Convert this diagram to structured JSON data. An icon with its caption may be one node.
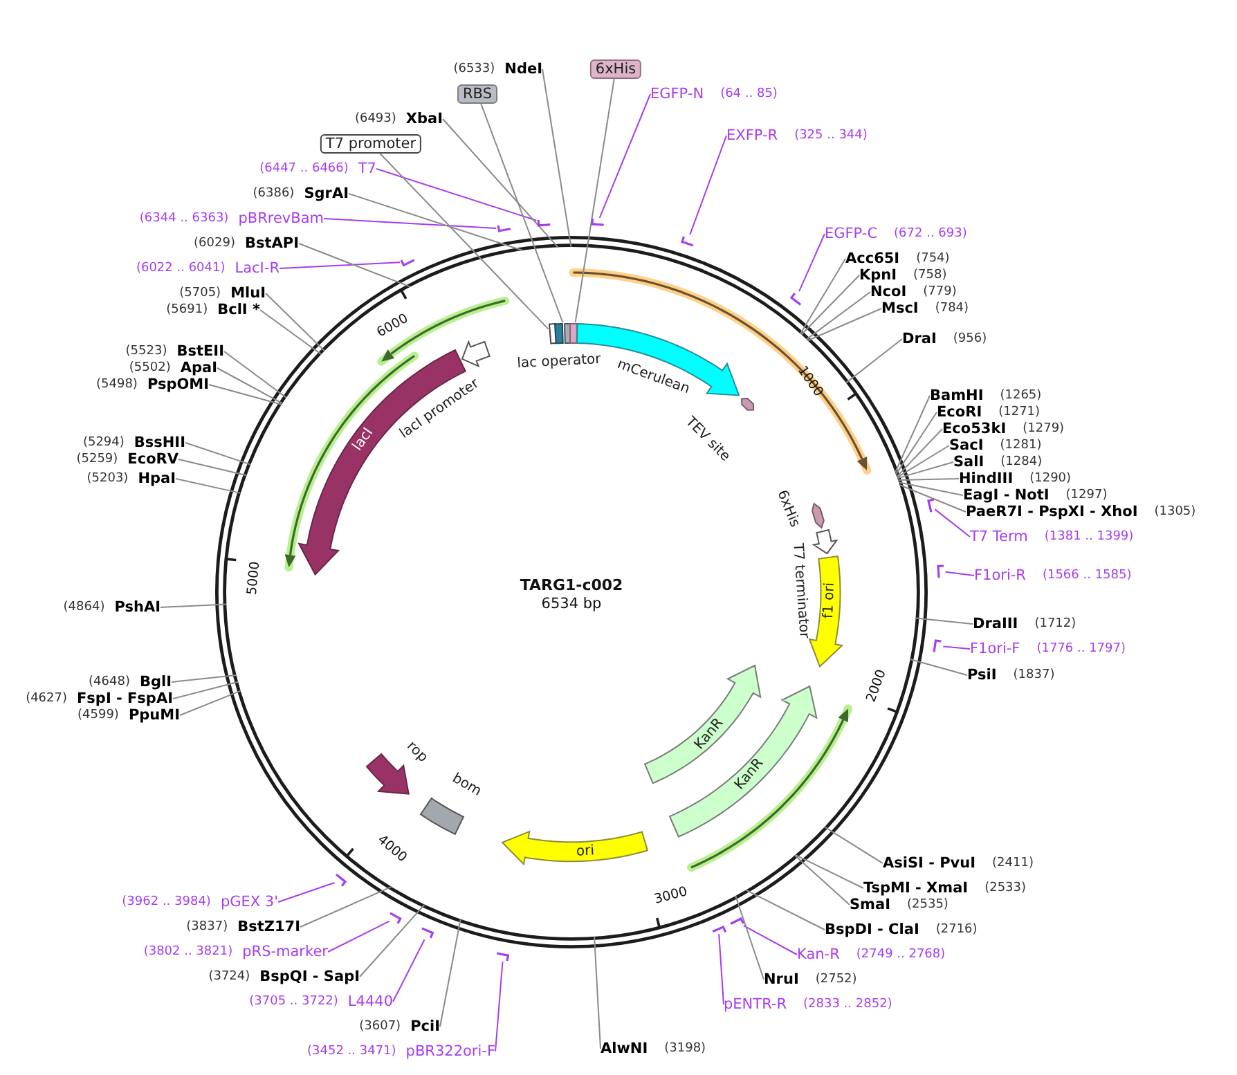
{
  "diagram": {
    "title": "TARG1-c002",
    "nodes": [
      {
        "text": [
          "(6533)",
          "NdeI"
        ]
      },
      {
        "text": [
          "6xHis"
        ]
      },
      {
        "text": [
          "EGFP-N",
          "(64 .. 85)"
        ]
      },
      {
        "text": [
          "EXFP-R",
          "(325 .. 344)"
        ]
      },
      {
        "text": [
          "EGFP-C",
          "(672 .. 693)"
        ]
      },
      {
        "text": [
          "Acc65I",
          "(754)"
        ]
      },
      {
        "text": [
          "KpnI",
          "(758)"
        ]
      },
      {
        "text": [
          "NcoI",
          "(779)"
        ]
      },
      {
        "text": [
          "MscI",
          "(784)"
        ]
      },
      {
        "text": [
          "DraI",
          "(956)"
        ]
      },
      {
        "text": [
          "BamHI",
          "(1265)"
        ]
      },
      {
        "text": [
          "EcoRI",
          "(1271)"
        ]
      },
      {
        "text": [
          "Eco53kI",
          "(1279)"
        ]
      },
      {
        "text": [
          "SacI",
          "(1281)"
        ]
      },
      {
        "text": [
          "SalI",
          "(1284)"
        ]
      },
      {
        "text": [
          "HindIII",
          "(1290)"
        ]
      },
      {
        "text": [
          "EagI - NotI",
          "(1297)"
        ]
      },
      {
        "text": [
          "PaeR7I - PspXI - XhoI",
          "(1305)"
        ]
      },
      {
        "text": [
          "T7 Term",
          "(1381 .. 1399)"
        ]
      },
      {
        "text": [
          "F1ori-R",
          "(1566 .. 1585)"
        ]
      },
      {
        "text": [
          "DraIII",
          "(1712)"
        ]
      },
      {
        "text": [
          "F1ori-F",
          "(1776 .. 1797)"
        ]
      },
      {
        "text": [
          "PsiI",
          "(1837)"
        ]
      },
      {
        "text": [
          "AsiSI - PvuI",
          "(2411)"
        ]
      },
      {
        "text": [
          "TspMI - XmaI",
          "(2533)"
        ]
      },
      {
        "text": [
          "SmaI",
          "(2535)"
        ]
      },
      {
        "text": [
          "BspDI - ClaI",
          "(2716)"
        ]
      },
      {
        "text": [
          "Kan-R",
          "(2749 .. 2768)"
        ]
      },
      {
        "text": [
          "NruI",
          "(2752)"
        ]
      },
      {
        "text": [
          "pENTR-R",
          "(2833 .. 2852)"
        ]
      },
      {
        "text": [
          "AlwNI",
          "(3198)"
        ]
      },
      {
        "text": [
          "(3452 .. 3471)",
          "pBR322ori-F"
        ]
      },
      {
        "text": [
          "(3607)",
          "PciI"
        ]
      },
      {
        "text": [
          "(3705 .. 3722)",
          "L4440"
        ]
      },
      {
        "text": [
          "(3724)",
          "BspQI - SapI"
        ]
      },
      {
        "text": [
          "(3802 .. 3821)",
          "pRS-marker"
        ]
      },
      {
        "text": [
          "(3837)",
          "BstZ17I"
        ]
      },
      {
        "text": [
          "(3962 .. 3984)",
          "pGEX 3'"
        ]
      },
      {
        "text": [
          "(4599)",
          "PpuMI"
        ]
      },
      {
        "text": [
          "(4627)",
          "FspI - FspAI"
        ]
      },
      {
        "text": [
          "(4648)",
          "BglI"
        ]
      },
      {
        "text": [
          "(4864)",
          "PshAI"
        ]
      },
      {
        "text": [
          "(5203)",
          "HpaI"
        ]
      },
      {
        "text": [
          "(5259)",
          "EcoRV"
        ]
      },
      {
        "text": [
          "(5294)",
          "BssHII"
        ]
      },
      {
        "text": [
          "(5498)",
          "PspOMI"
        ]
      },
      {
        "text": [
          "(5502)",
          "ApaI"
        ]
      },
      {
        "text": [
          "(5523)",
          "BstEII"
        ]
      },
      {
        "text": [
          "(5691)",
          "BclI *"
        ]
      },
      {
        "text": [
          "(5705)",
          "MluI"
        ]
      },
      {
        "text": [
          "(6022 .. 6041)",
          "LacI-R"
        ]
      },
      {
        "text": [
          "(6029)",
          "BstAPI"
        ]
      },
      {
        "text": [
          "(6344 .. 6363)",
          "pBRrevBam"
        ]
      },
      {
        "text": [
          "(6386)",
          "SgrAI"
        ]
      },
      {
        "text": [
          "(6447 .. 6466)",
          "T7"
        ]
      },
      {
        "text": [
          "T7 promoter"
        ]
      },
      {
        "text": [
          "(6493)",
          "XbaI"
        ]
      },
      {
        "text": [
          "RBS"
        ]
      },
      {
        "text": [],
        "shape": "box"
      },
      {
        "text": [
          "lac operator"
        ]
      },
      {
        "text": [],
        "shape": "box"
      },
      {
        "text": [],
        "shape": "box"
      },
      {
        "text": [
          "mCerulean"
        ]
      },
      {
        "text": [
          "TEV site"
        ]
      },
      {
        "text": [
          "6xHis"
        ]
      },
      {
        "text": [
          "T7 terminator"
        ]
      },
      {
        "text": [
          "f1 ori"
        ]
      },
      {
        "text": [
          "KanR"
        ]
      },
      {
        "text": [
          "KanR"
        ]
      },
      {
        "text": [
          "ori"
        ]
      },
      {
        "text": [
          "bom"
        ]
      },
      {
        "text": [
          "rop"
        ]
      },
      {
        "text": [
          "lacI"
        ]
      },
      {
        "text": [
          "lacI promoter"
        ]
      },
      {
        "text": [],
        "shape": "bar"
      },
      {
        "text": [],
        "shape": "bar"
      },
      {
        "text": [],
        "shape": "bar"
      },
      {
        "text": [],
        "shape": "bar"
      },
      {
        "text": [],
        "shape": "bar"
      },
      {
        "text": [],
        "shape": "bar"
      },
      {
        "text": [],
        "shape": "bar"
      },
      {
        "text": [],
        "shape": "bar"
      },
      {
        "text": [],
        "shape": "bar"
      },
      {
        "text": [],
        "shape": "bar"
      },
      {
        "text": [],
        "shape": "bar"
      },
      {
        "text": [],
        "shape": "bar"
      },
      {
        "text": [],
        "shape": "bar"
      },
      {
        "text": [],
        "shape": "bar"
      },
      {
        "text": [],
        "shape": "bar"
      }
    ],
    "edges": [
      {
        "from": 0,
        "to": null,
        "arrow": "none"
      },
      {
        "from": 1,
        "to": 61,
        "arrow": "none"
      },
      {
        "from": 2,
        "to": 74,
        "arrow": "none",
        "color": "#a63df0"
      },
      {
        "from": 3,
        "to": 75,
        "arrow": "none",
        "color": "#a63df0"
      },
      {
        "from": 4,
        "to": 76,
        "arrow": "none",
        "color": "#a63df0"
      },
      {
        "from": 5,
        "to": null,
        "arrow": "none"
      },
      {
        "from": 6,
        "to": null,
        "arrow": "none"
      },
      {
        "from": 7,
        "to": null,
        "arrow": "none"
      },
      {
        "from": 8,
        "to": null,
        "arrow": "none"
      },
      {
        "from": 9,
        "to": null,
        "arrow": "none"
      },
      {
        "from": 10,
        "to": null,
        "arrow": "none"
      },
      {
        "from": 11,
        "to": null,
        "arrow": "none"
      },
      {
        "from": 12,
        "to": null,
        "arrow": "none"
      },
      {
        "from": 13,
        "to": null,
        "arrow": "none"
      },
      {
        "from": 14,
        "to": null,
        "arrow": "none"
      },
      {
        "from": 15,
        "to": null,
        "arrow": "none"
      },
      {
        "from": 16,
        "to": null,
        "arrow": "none"
      },
      {
        "from": 17,
        "to": null,
        "arrow": "none"
      },
      {
        "from": 18,
        "to": 77,
        "arrow": "none",
        "color": "#a63df0"
      },
      {
        "from": 19,
        "to": 78,
        "arrow": "none",
        "color": "#a63df0"
      },
      {
        "from": 20,
        "to": null,
        "arrow": "none"
      },
      {
        "from": 21,
        "to": 79,
        "arrow": "none",
        "color": "#a63df0"
      },
      {
        "from": 22,
        "to": null,
        "arrow": "none"
      },
      {
        "from": 23,
        "to": null,
        "arrow": "none"
      },
      {
        "from": 24,
        "to": null,
        "arrow": "none"
      },
      {
        "from": 25,
        "to": null,
        "arrow": "none"
      },
      {
        "from": 26,
        "to": null,
        "arrow": "none"
      },
      {
        "from": 27,
        "to": 80,
        "arrow": "none",
        "color": "#a63df0"
      },
      {
        "from": 28,
        "to": null,
        "arrow": "none"
      },
      {
        "from": 29,
        "to": 81,
        "arrow": "none",
        "color": "#a63df0"
      },
      {
        "from": 30,
        "to": null,
        "arrow": "none"
      },
      {
        "from": 31,
        "to": 82,
        "arrow": "none",
        "color": "#a63df0"
      },
      {
        "from": 32,
        "to": null,
        "arrow": "none"
      },
      {
        "from": 33,
        "to": 83,
        "arrow": "none",
        "color": "#a63df0"
      },
      {
        "from": 34,
        "to": null,
        "arrow": "none"
      },
      {
        "from": 35,
        "to": 84,
        "arrow": "none",
        "color": "#a63df0"
      },
      {
        "from": 36,
        "to": null,
        "arrow": "none"
      },
      {
        "from": 37,
        "to": 85,
        "arrow": "none",
        "color": "#a63df0"
      },
      {
        "from": 38,
        "to": null,
        "arrow": "none"
      },
      {
        "from": 39,
        "to": null,
        "arrow": "none"
      },
      {
        "from": 40,
        "to": null,
        "arrow": "none"
      },
      {
        "from": 41,
        "to": null,
        "arrow": "none"
      },
      {
        "from": 42,
        "to": null,
        "arrow": "none"
      },
      {
        "from": 43,
        "to": null,
        "arrow": "none"
      },
      {
        "from": 44,
        "to": null,
        "arrow": "none"
      },
      {
        "from": 45,
        "to": null,
        "arrow": "none"
      },
      {
        "from": 46,
        "to": null,
        "arrow": "none"
      },
      {
        "from": 47,
        "to": null,
        "arrow": "none"
      },
      {
        "from": 48,
        "to": null,
        "arrow": "none"
      },
      {
        "from": 49,
        "to": null,
        "arrow": "none"
      },
      {
        "from": 50,
        "to": 86,
        "arrow": "none",
        "color": "#a63df0"
      },
      {
        "from": 51,
        "to": null,
        "arrow": "none"
      },
      {
        "from": 52,
        "to": 87,
        "arrow": "none",
        "color": "#a63df0"
      },
      {
        "from": 53,
        "to": null,
        "arrow": "none"
      },
      {
        "from": 54,
        "to": 88,
        "arrow": "none",
        "color": "#a63df0"
      },
      {
        "from": 55,
        "to": 58,
        "arrow": "none"
      },
      {
        "from": 56,
        "to": null,
        "arrow": "none"
      },
      {
        "from": 57,
        "to": 60,
        "arrow": "none"
      }
    ],
    "labels": [
      "6000",
      "1000",
      "5000",
      "6534 bp",
      "2000",
      "4000",
      "3000"
    ]
  }
}
